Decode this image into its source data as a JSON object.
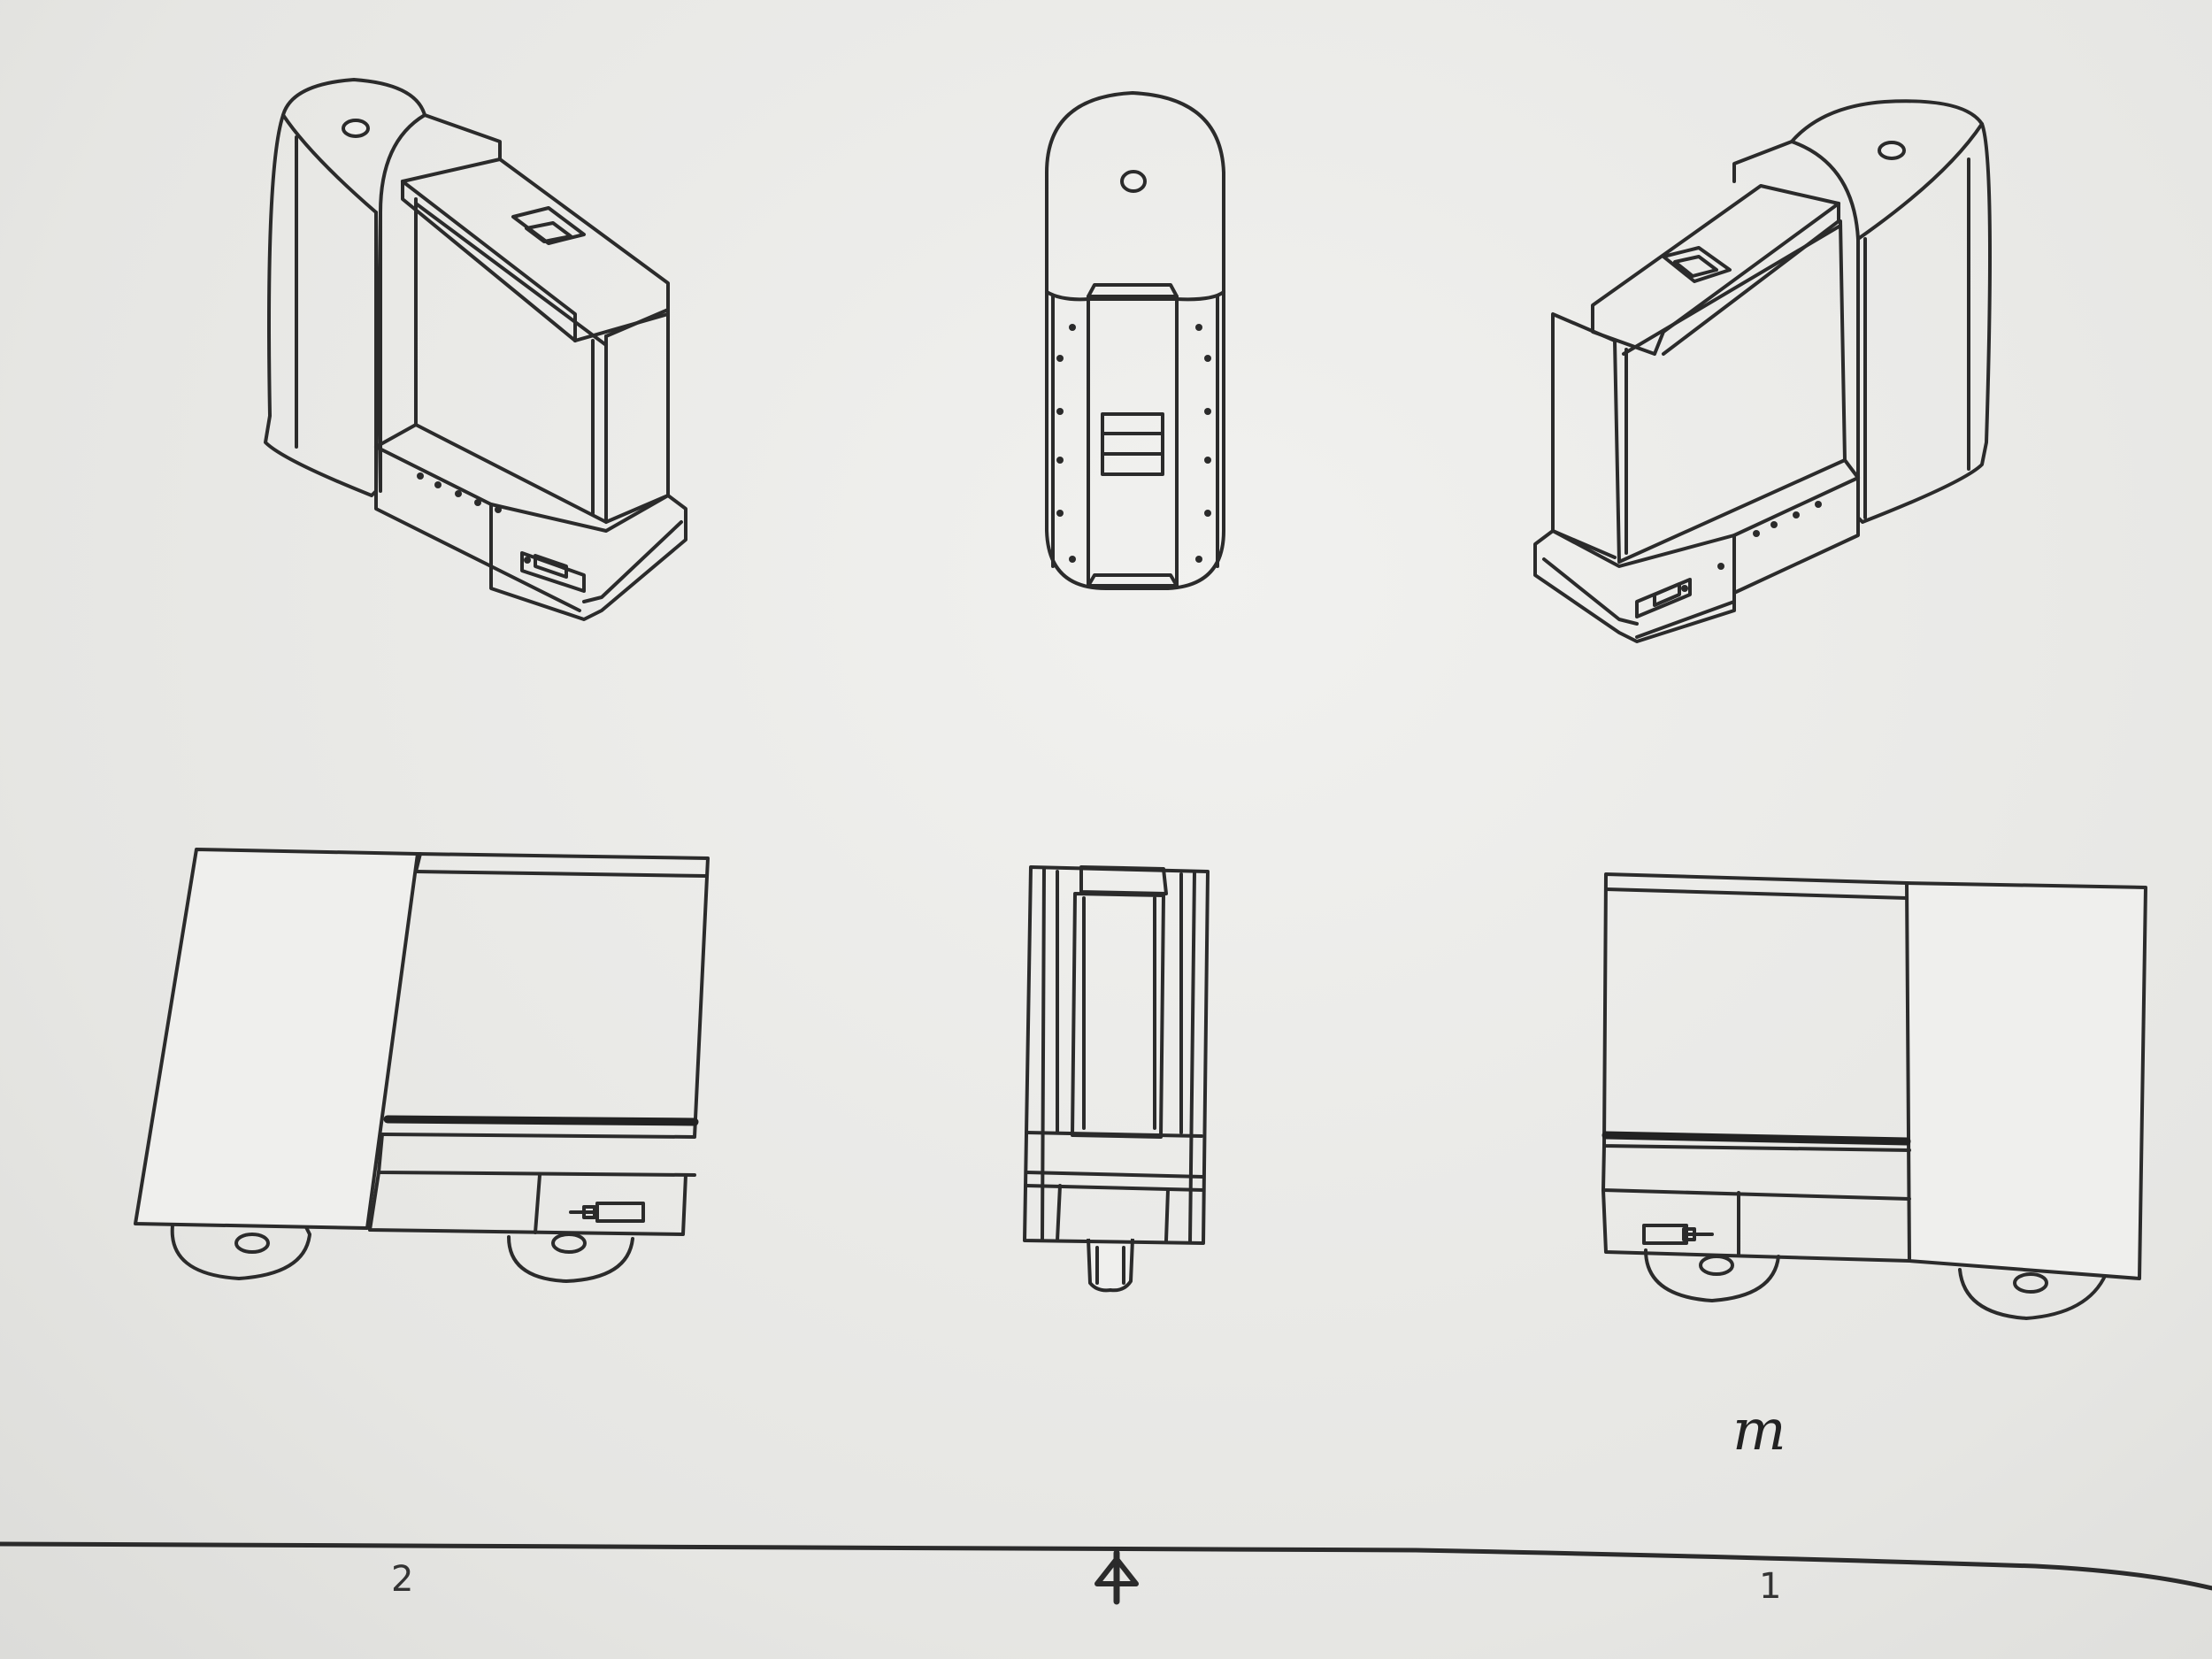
{
  "sheet": {
    "view_labels": {
      "left": "2",
      "right": "1"
    },
    "handwritten_mark": "m"
  },
  "views": [
    {
      "name": "isometric-view-left",
      "kind": "isometric"
    },
    {
      "name": "top-view",
      "kind": "plan"
    },
    {
      "name": "isometric-view-right",
      "kind": "isometric"
    },
    {
      "name": "side-view-left",
      "kind": "elevation"
    },
    {
      "name": "front-view",
      "kind": "elevation"
    },
    {
      "name": "side-view-right",
      "kind": "elevation"
    }
  ],
  "icons": {
    "section_marker": "up-arrow-section-icon"
  }
}
